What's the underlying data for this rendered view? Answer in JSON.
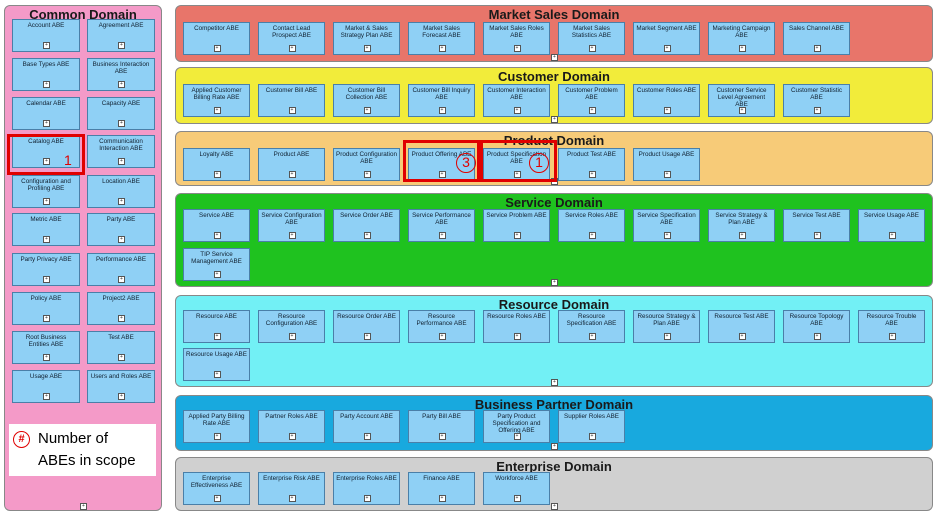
{
  "colors": {
    "common": "#f49ac8",
    "market": "#e8756a",
    "customer": "#f2ec3a",
    "product": "#f7cb78",
    "service": "#1fc21f",
    "resource": "#72f0f5",
    "partner": "#18a9de",
    "enterprise": "#d0d0d0",
    "abe": "#8fd0f5",
    "highlight": "#e00000"
  },
  "expand_glyph": "⊞",
  "legend": {
    "symbol": "#",
    "line1": "Number of",
    "line2": "ABEs in scope"
  },
  "highlights": [
    {
      "count": "1"
    },
    {
      "count": "3"
    },
    {
      "count": "1"
    }
  ],
  "domains": [
    {
      "title": "Common Domain",
      "abes": [
        "Account ABE",
        "Agreement ABE",
        "Base Types ABE",
        "Business Interaction ABE",
        "Calendar ABE",
        "Capacity ABE",
        "Catalog ABE",
        "Communication Interaction ABE",
        "Configuration and Profiling ABE",
        "Location ABE",
        "Metric ABE",
        "Party ABE",
        "Party Privacy ABE",
        "Performance ABE",
        "Policy ABE",
        "Project2 ABE",
        "Root Business Entities ABE",
        "Test ABE",
        "Usage ABE",
        "Users and Roles ABE"
      ]
    },
    {
      "title": "Market Sales Domain",
      "abes": [
        "Competitor ABE",
        "Contact Lead Prospect ABE",
        "Market & Sales Strategy Plan ABE",
        "Market Sales Forecast ABE",
        "Market Sales Roles ABE",
        "Market Sales Statistics ABE",
        "Market Segment ABE",
        "Marketing Campaign ABE",
        "Sales Channel ABE"
      ]
    },
    {
      "title": "Customer Domain",
      "abes": [
        "Applied Customer Billing Rate ABE",
        "Customer Bill ABE",
        "Customer Bill Collection ABE",
        "Customer Bill Inquiry ABE",
        "Customer Interaction ABE",
        "Customer Problem ABE",
        "Customer Roles ABE",
        "Customer Service Level Agreement ABE",
        "Customer Statistic ABE"
      ]
    },
    {
      "title": "Product Domain",
      "abes": [
        "Loyalty ABE",
        "Product ABE",
        "Product Configuration ABE",
        "Product Offering ABE",
        "Product Specification ABE",
        "Product Test ABE",
        "Product Usage ABE"
      ]
    },
    {
      "title": "Service Domain",
      "abes": [
        "Service ABE",
        "Service Configuration ABE",
        "Service Order ABE",
        "Service Performance ABE",
        "Service Problem ABE",
        "Service Roles ABE",
        "Service Specification ABE",
        "Service Strategy & Plan ABE",
        "Service Test ABE",
        "Service Usage ABE",
        "TIP Service Management ABE"
      ]
    },
    {
      "title": "Resource Domain",
      "abes": [
        "Resource ABE",
        "Resource Configuration ABE",
        "Resource Order ABE",
        "Resource Performance ABE",
        "Resource Roles ABE",
        "Resource Specification ABE",
        "Resource Strategy & Plan ABE",
        "Resource Test ABE",
        "Resource Topology ABE",
        "Resource Trouble ABE",
        "Resource Usage ABE"
      ]
    },
    {
      "title": "Business Partner Domain",
      "abes": [
        "Applied Party Billing Rate ABE",
        "Partner Roles ABE",
        "Party Account ABE",
        "Party Bill ABE",
        "Party Product Specification and Offering ABE",
        "Supplier Roles ABE"
      ]
    },
    {
      "title": "Enterprise Domain",
      "abes": [
        "Enterprise Effectiveness ABE",
        "Enterprise Risk ABE",
        "Enterprise Roles ABE",
        "Finance ABE",
        "Workforce ABE"
      ]
    }
  ]
}
